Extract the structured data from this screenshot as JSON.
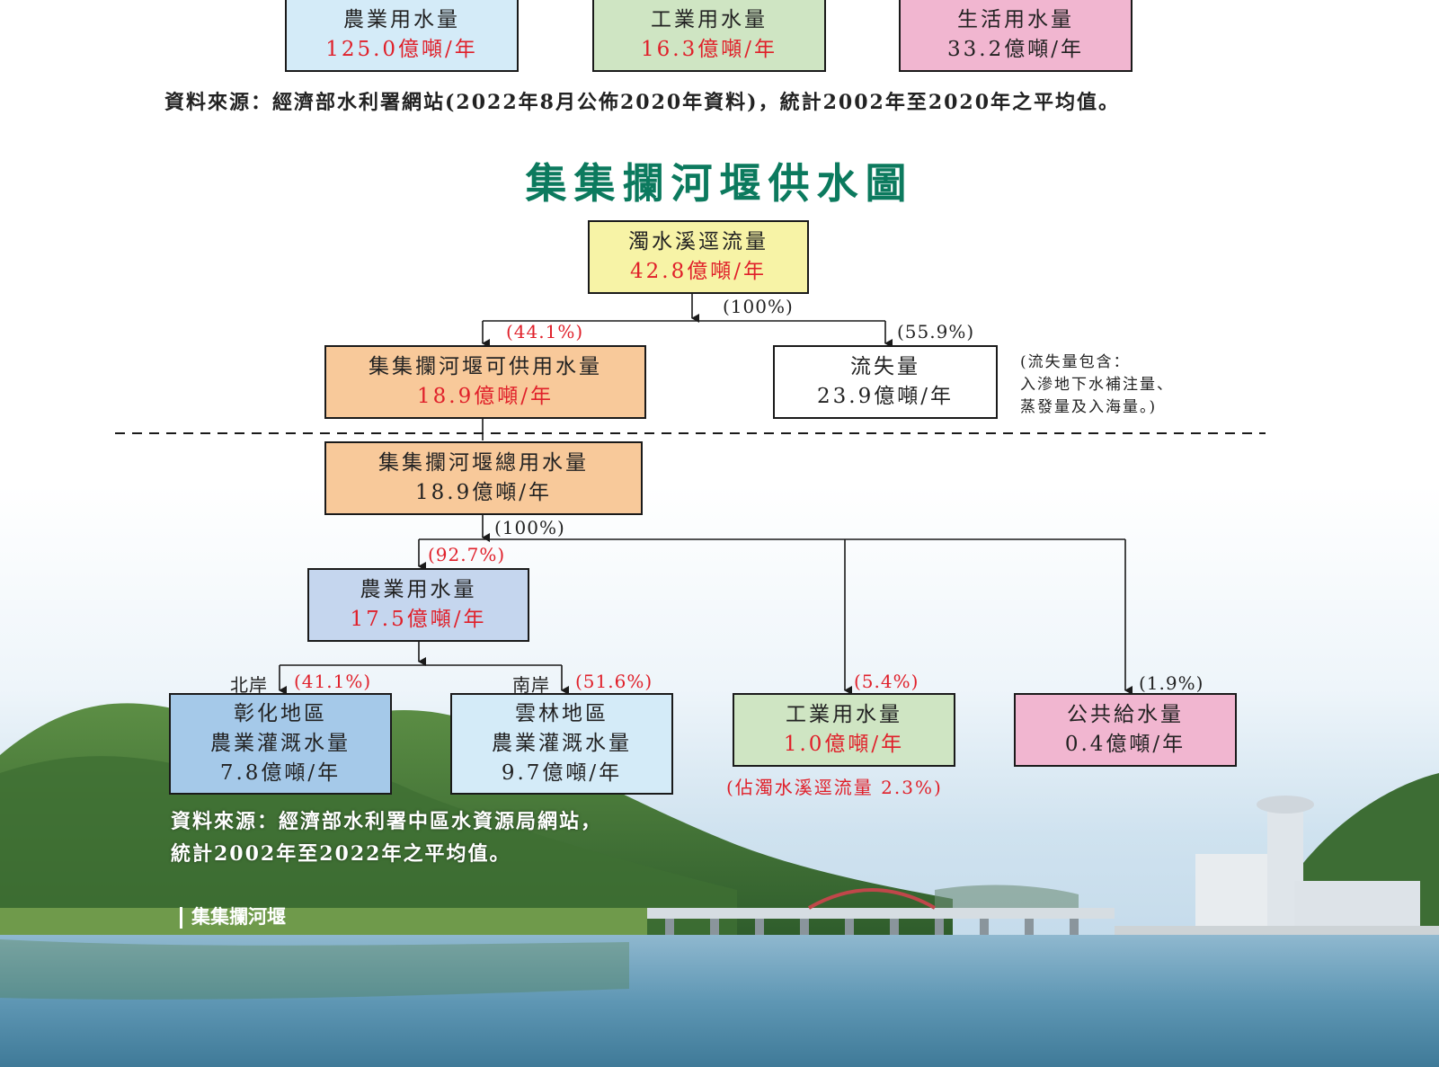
{
  "top_boxes": [
    {
      "label": "農業用水量",
      "value": "125.0億噸/年",
      "bg": "#d4ebf8"
    },
    {
      "label": "工業用水量",
      "value": "16.3億噸/年",
      "bg": "#cfe5c3"
    },
    {
      "label": "生活用水量",
      "value": "33.2億噸/年",
      "bg": "#f1b6d0"
    }
  ],
  "top_source": "資料來源：經濟部水利署網站(2022年8月公佈2020年資料)，統計2002年至2020年之平均值。",
  "title": "集集攔河堰供水圖",
  "flow": {
    "runoff": {
      "label": "濁水溪逕流量",
      "value": "42.8億噸/年",
      "pct": "(100%)"
    },
    "available": {
      "label": "集集攔河堰可供用水量",
      "value": "18.9億噸/年",
      "pct": "(44.1%)"
    },
    "loss": {
      "label": "流失量",
      "value": "23.9億噸/年",
      "pct": "(55.9%)"
    },
    "loss_note": [
      "(流失量包含：",
      "入滲地下水補注量、",
      "蒸發量及入海量。)"
    ],
    "total": {
      "label": "集集攔河堰總用水量",
      "value": "18.9億噸/年",
      "pct": "(100%)"
    },
    "agri": {
      "label": "農業用水量",
      "value": "17.5億噸/年",
      "pct": "(92.7%)"
    },
    "changhua": {
      "line1": "彰化地區",
      "line2": "農業灌溉水量",
      "value": "7.8億噸/年",
      "side": "北岸",
      "pct": "(41.1%)"
    },
    "yunlin": {
      "line1": "雲林地區",
      "line2": "農業灌溉水量",
      "value": "9.7億噸/年",
      "side": "南岸",
      "pct": "(51.6%)"
    },
    "industry": {
      "label": "工業用水量",
      "value": "1.0億噸/年",
      "pct": "(5.4%)",
      "note": "(佔濁水溪逕流量 2.3%)"
    },
    "public": {
      "label": "公共給水量",
      "value": "0.4億噸/年",
      "pct": "(1.9%)"
    }
  },
  "bottom_source": [
    "資料來源：經濟部水利署中區水資源局網站，",
    "統計2002年至2022年之平均值。"
  ],
  "photo_caption": "集集攔河堰",
  "colors": {
    "title": "#0c7a5e",
    "red": "#e0202a",
    "yellow": "#f7f3a6",
    "orange": "#f8c99a",
    "agri_blue": "#c5d6ee",
    "blue": "#a5c9e9",
    "lightblue": "#d4ebf8",
    "green": "#cfe5c3",
    "pink": "#f1b6d0"
  }
}
